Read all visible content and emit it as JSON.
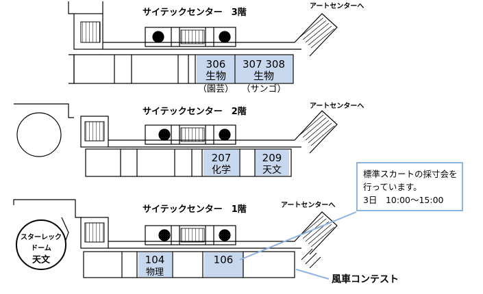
{
  "floors": {
    "f3": {
      "title": "サイテックセンター　3階",
      "to_art": "アートセンターへ",
      "rooms": [
        {
          "num": "306",
          "subject": "生物",
          "sub": "（園芸）"
        },
        {
          "num": "307 308",
          "subject": "生物",
          "sub": "（サンゴ）"
        }
      ]
    },
    "f2": {
      "title": "サイテックセンター　2階",
      "to_art": "アートセンターへ",
      "rooms": [
        {
          "num": "207",
          "subject": "化学"
        },
        {
          "num": "209",
          "subject": "天文"
        }
      ]
    },
    "f1": {
      "title": "サイテックセンター　1階",
      "to_art": "アートセンターへ",
      "dome": {
        "line1": "スターレック",
        "line2": "ドーム",
        "line3": "天文"
      },
      "rooms": [
        {
          "num": "104",
          "subject": "物理"
        },
        {
          "num": "106",
          "subject": ""
        }
      ]
    }
  },
  "note": {
    "line1": "標準スカートの採寸会を",
    "line2": "行っています。",
    "line3": "3日　10:00〜15:00"
  },
  "contest": "風車コンテスト",
  "colors": {
    "highlight": "#c6d7ee",
    "callout": "#8db3e2",
    "line": "#000000"
  }
}
